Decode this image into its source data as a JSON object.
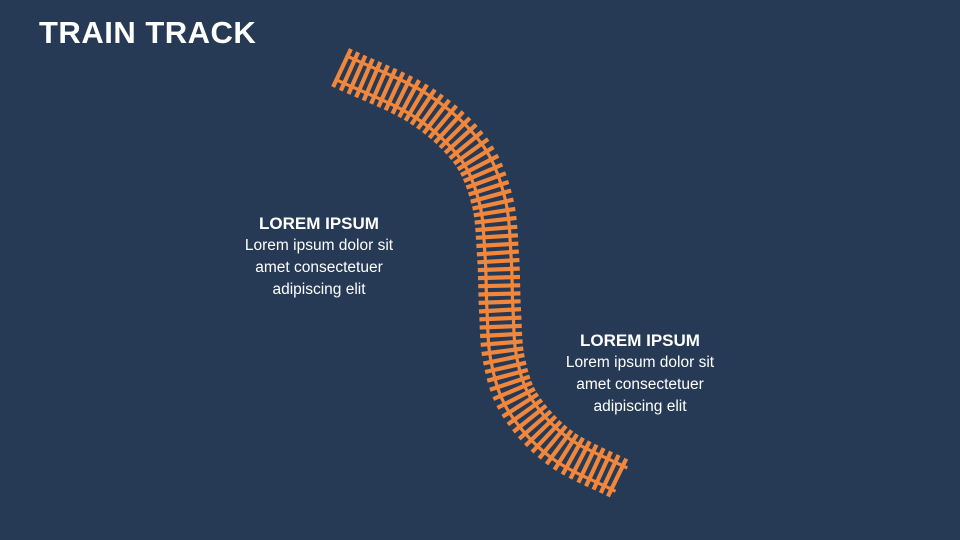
{
  "title": "TRAIN TRACK",
  "colors": {
    "background": "#263a55",
    "track": "#f0873d",
    "text": "#ffffff"
  },
  "blocks": [
    {
      "heading": "LOREM IPSUM",
      "body": "Lorem ipsum dolor sit\namet consectetuer\nadipiscing elit"
    },
    {
      "heading": "LOREM IPSUM",
      "body": "Lorem ipsum dolor sit\namet consectetuer\nadipiscing elit"
    }
  ]
}
